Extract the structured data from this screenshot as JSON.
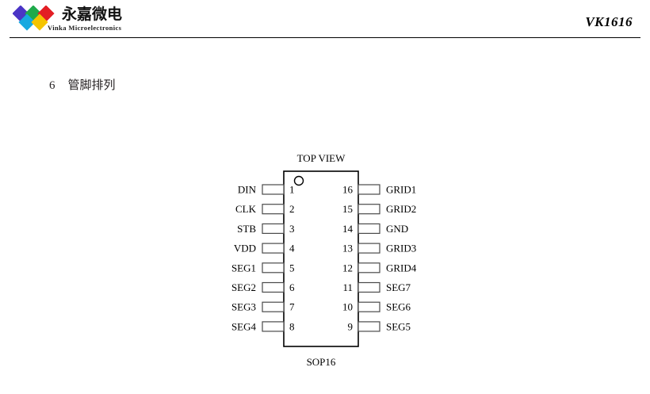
{
  "header": {
    "brand_chinese": "永嘉微电",
    "brand_english": "Vinka Microelectronics",
    "part_number": "VK1616",
    "logo_colors": [
      "#4b35c6",
      "#1faa4b",
      "#e31e24",
      "#17a9e0",
      "#f5c400"
    ],
    "rule_color": "#000000"
  },
  "section": {
    "number": "6",
    "title": "管脚排列"
  },
  "diagram": {
    "top_label": "TOP VIEW",
    "bottom_label": "SOP16",
    "package": "SOP16",
    "notch_marker": "pin1-dot",
    "left_pins": [
      {
        "number": "1",
        "name": "DIN"
      },
      {
        "number": "2",
        "name": "CLK"
      },
      {
        "number": "3",
        "name": "STB"
      },
      {
        "number": "4",
        "name": "VDD"
      },
      {
        "number": "5",
        "name": "SEG1"
      },
      {
        "number": "6",
        "name": "SEG2"
      },
      {
        "number": "7",
        "name": "SEG3"
      },
      {
        "number": "8",
        "name": "SEG4"
      }
    ],
    "right_pins": [
      {
        "number": "16",
        "name": "GRID1"
      },
      {
        "number": "15",
        "name": "GRID2"
      },
      {
        "number": "14",
        "name": "GND"
      },
      {
        "number": "13",
        "name": "GRID3"
      },
      {
        "number": "12",
        "name": "GRID4"
      },
      {
        "number": "11",
        "name": "SEG7"
      },
      {
        "number": "10",
        "name": "SEG6"
      },
      {
        "number": "9",
        "name": "SEG5"
      }
    ]
  }
}
